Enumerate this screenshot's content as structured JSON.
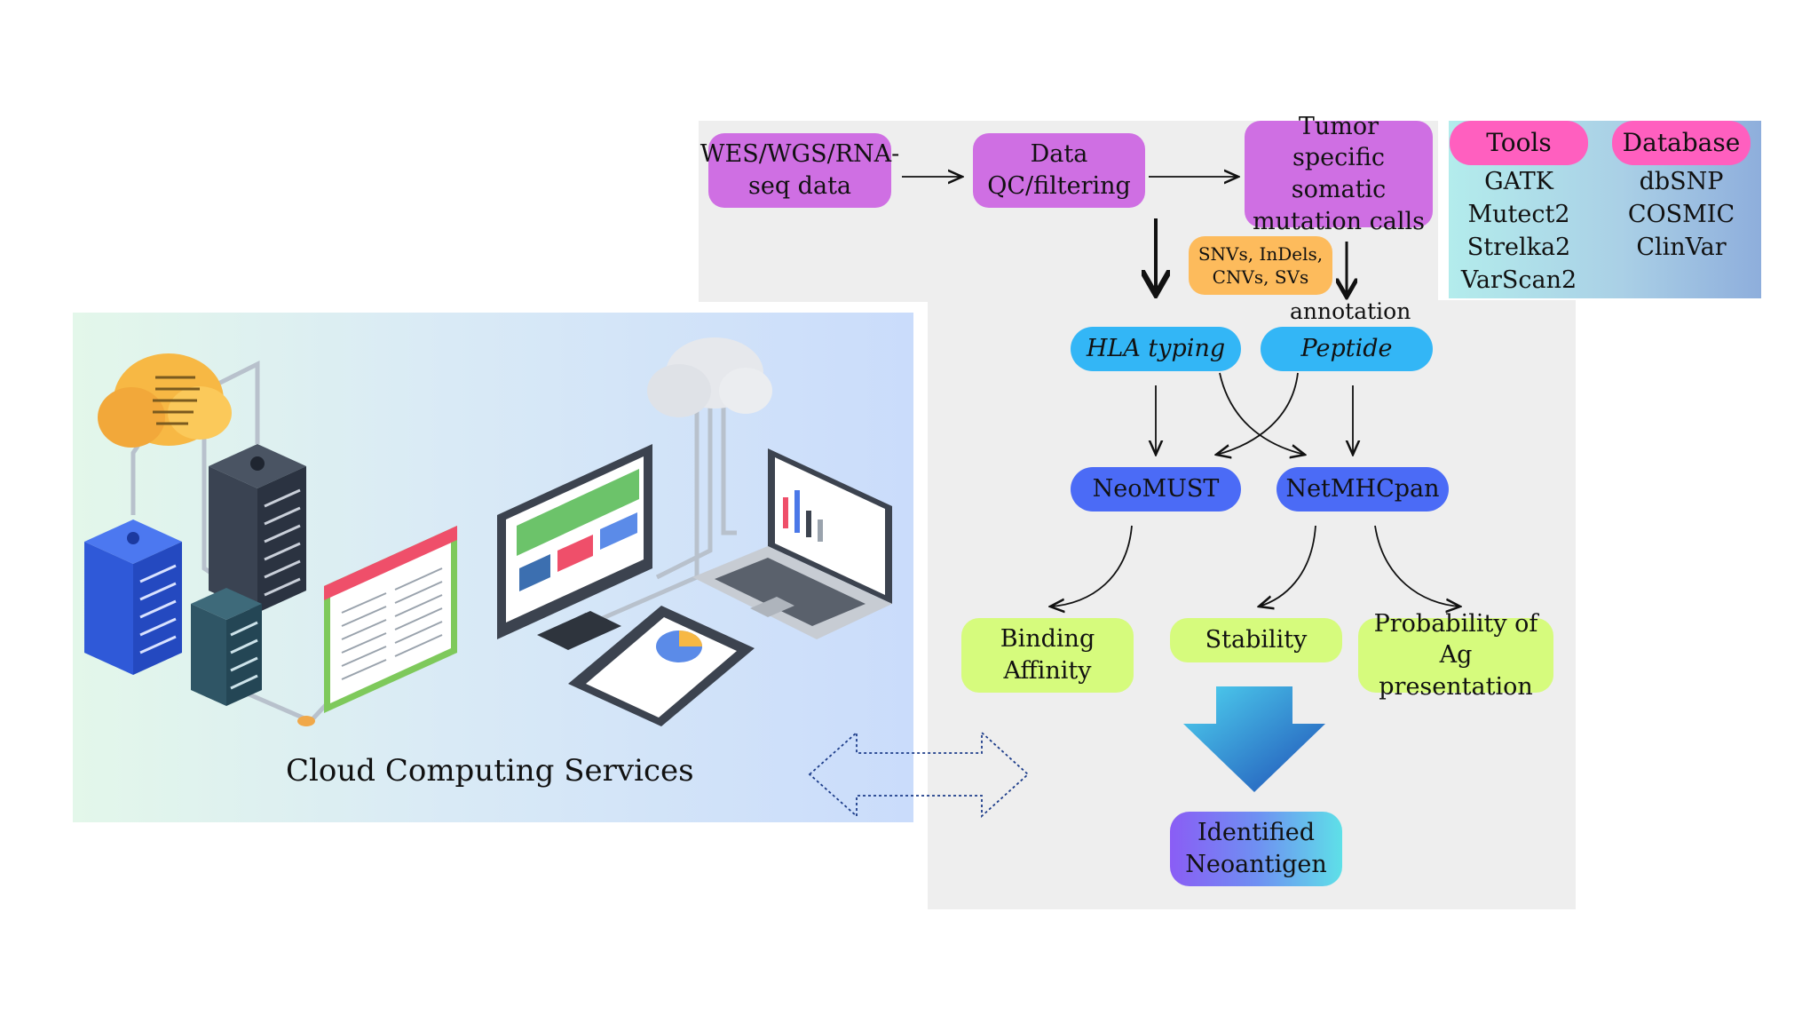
{
  "pipeline": {
    "input": "WES/WGS/RNA-seq data",
    "qc": "Data QC/filtering",
    "calls": "Tumor specific somatic mutation calls",
    "variants": "SNVs, InDels, CNVs, SVs",
    "annotation": "annotation",
    "hla": "HLA typing",
    "peptide": "Peptide",
    "neomust": "NeoMUST",
    "netmhcpan": "NetMHCpan",
    "binding": "Binding Affinity",
    "stability": "Stability",
    "probability": "Probability of Ag presentation",
    "result": "Identified Neoantigen"
  },
  "legend": {
    "tools_header": "Tools",
    "database_header": "Database",
    "tools": [
      "GATK",
      "Mutect2",
      "Strelka2",
      "VarScan2"
    ],
    "databases": [
      "dbSNP",
      "COSMIC",
      "ClinVar"
    ]
  },
  "cloud": {
    "caption": "Cloud Computing Services"
  },
  "colors": {
    "process": "#cf6fe3",
    "typing": "#33b6f6",
    "predictor": "#4b6bf6",
    "output": "#d6fb7d",
    "variant": "#fdbb5c",
    "legend_header": "#ff5fbf",
    "arrow_gradient": [
      "#4fd3f0",
      "#1f4fb6"
    ]
  }
}
